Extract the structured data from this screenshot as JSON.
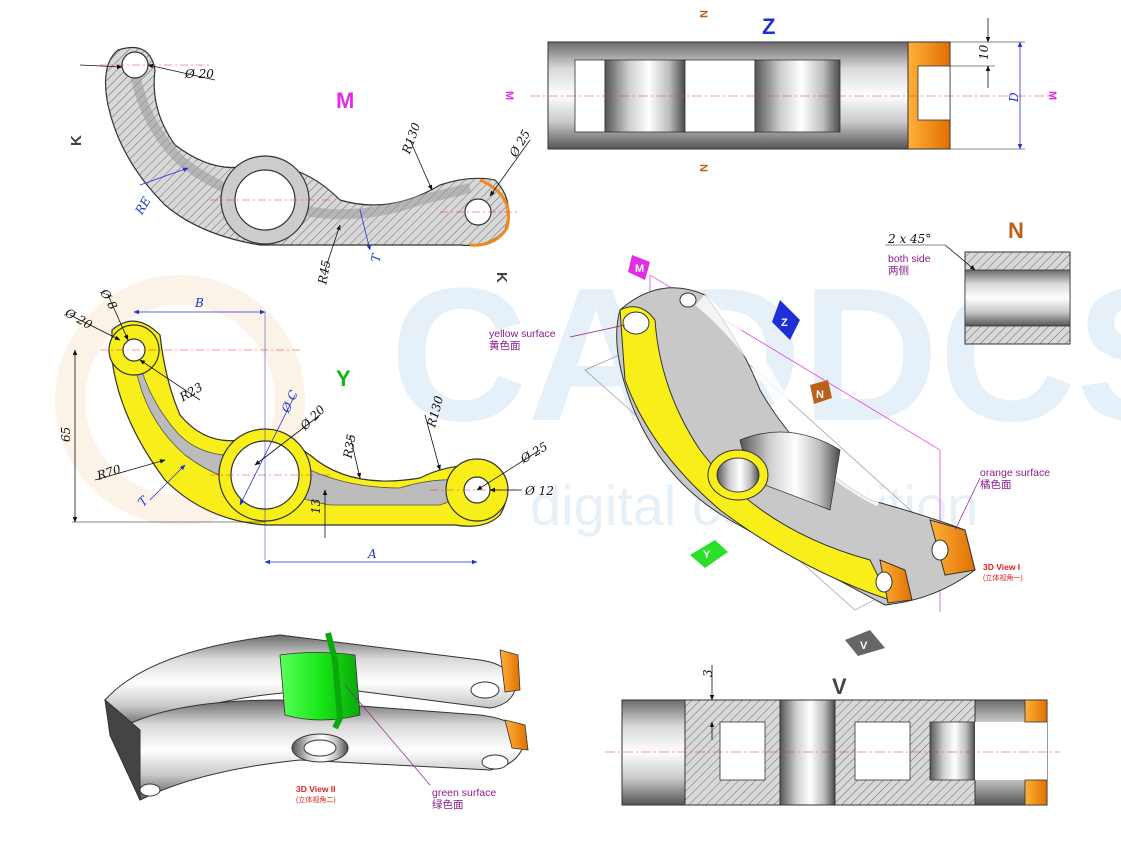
{
  "watermark": {
    "brand": "CADDCS",
    "sub": "digital competition"
  },
  "colors": {
    "yellow": "#f7ee1a",
    "orange": "#f08a1c",
    "green": "#2be02b",
    "magenta": "#e22ee2",
    "blue": "#1f2fd8",
    "brown": "#b8621b",
    "dimension": "#2233cc"
  },
  "views": {
    "m": {
      "title": "M",
      "dims": {
        "d20": "Ø 20",
        "d25": "Ø 25",
        "r130": "R130",
        "re": "RE",
        "r45": "R45",
        "t": "T"
      },
      "arrow_label": "K"
    },
    "z": {
      "title": "Z",
      "dims": {
        "d10": "10",
        "d": "D"
      },
      "section_mark": "N",
      "side_mark": "M"
    },
    "y": {
      "title": "Y",
      "dims": {
        "d20a": "Ø 20",
        "d8": "Ø 8",
        "b": "B",
        "r23": "R23",
        "c": "Ø C",
        "d20b": "Ø 20",
        "r130": "R130",
        "r35": "R35",
        "d65": "65",
        "r70": "R70",
        "t": "T",
        "d13": "13",
        "d25": "Ø 25",
        "d12": "Ø 12",
        "a": "A"
      }
    },
    "n": {
      "title": "N",
      "chamfer": "2 x 45°",
      "note_en": "both side",
      "note_cn": "两侧"
    },
    "v": {
      "title": "V",
      "dim3": "3"
    },
    "view3d1": {
      "markers": {
        "m": "M",
        "z": "Z",
        "n": "N",
        "y": "Y",
        "v": "V"
      },
      "yellow_label_en": "yellow surface",
      "yellow_label_cn": "黄色面",
      "orange_label_en": "orange surface",
      "orange_label_cn": "橘色面",
      "caption": "3D View I",
      "caption_cn": "(立体视角一)"
    },
    "view3d2": {
      "green_label_en": "green surface",
      "green_label_cn": "绿色面",
      "caption": "3D View II",
      "caption_cn": "(立体视角二)"
    }
  }
}
